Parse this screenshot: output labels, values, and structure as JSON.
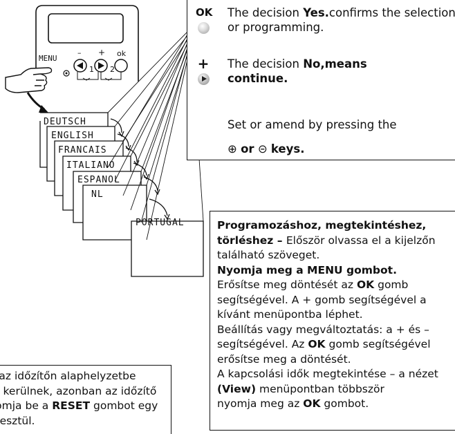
{
  "device": {
    "menu_label": "MENU",
    "btn_minus": "–",
    "btn_one": "1",
    "btn_plus": "+",
    "btn_two": "2",
    "btn_ok": "ok"
  },
  "languages": [
    "DEUTSCH",
    "ENGLISH",
    "FRANCAIS",
    "ITALIANO",
    "ESPANOL",
    "NL",
    "PORTUGAL"
  ],
  "legend": {
    "ok_symbol": "OK",
    "ok_pre": "The decision ",
    "ok_bold": "Yes.",
    "ok_post": "confirms the selection",
    "ok_line2": "or programming.",
    "plus_symbol": "+",
    "plus_pre": "The decision ",
    "plus_bold": "No,means",
    "plus_line2": "continue.",
    "set_line": "Set or amend by pressing the",
    "keys_plus": "⊕",
    "keys_or": "or",
    "keys_minus": "⊝",
    "keys_word": "keys."
  },
  "instructions_hu": {
    "l1": "Programozáshoz, megtekintéshez,",
    "l2a": "törléshez – ",
    "l2b": "Először olvassa el a kijelzőn",
    "l3": "található szöveget.",
    "l4": "Nyomja meg a MENU gombot.",
    "l5a": "Erősítse meg döntését az ",
    "l5b": "OK",
    "l5c": " gomb",
    "l6": "segítségével. A + gomb segítségével a",
    "l7": "kívánt menüpontba léphet.",
    "l8": "Beállítás vagy megváltoztatás: a + és –",
    "l9a": "segítségével. Az ",
    "l9b": "OK",
    "l9c": " gomb segítségével",
    "l10": "erősítse meg a döntését.",
    "l11": "A kapcsolási idők megtekintése – a nézet",
    "l12a": "(View)",
    "l12b": " menüpontban többször",
    "l13a": "nyomja meg az ",
    "l13b": "OK",
    "l13c": " gombot."
  },
  "reset_hu": {
    "l1": "a az időzítőn alaphelyzetbe",
    "l2": "re kerülnek, azonban az időzítő",
    "l3a": "yomja be a ",
    "l3b": "RESET",
    "l3c": " gombot egy",
    "l4": "eresztül."
  }
}
